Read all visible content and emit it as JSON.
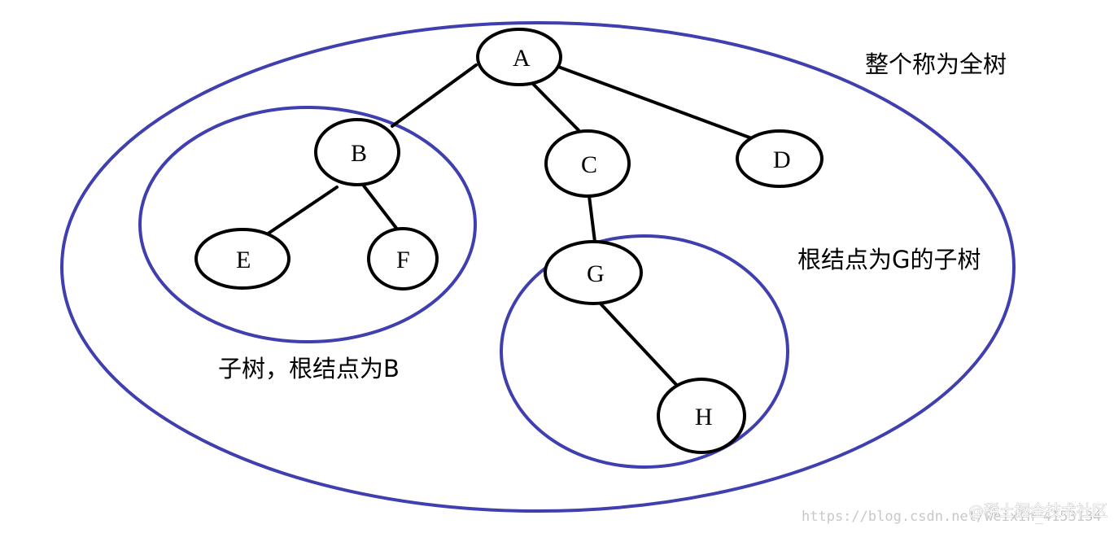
{
  "colors": {
    "region_stroke": "#3f3fb0",
    "node_stroke": "#000000",
    "edge_stroke": "#000000",
    "background": "#ffffff"
  },
  "nodes": [
    {
      "id": "A",
      "label": "A"
    },
    {
      "id": "B",
      "label": "B"
    },
    {
      "id": "C",
      "label": "C"
    },
    {
      "id": "D",
      "label": "D"
    },
    {
      "id": "E",
      "label": "E"
    },
    {
      "id": "F",
      "label": "F"
    },
    {
      "id": "G",
      "label": "G"
    },
    {
      "id": "H",
      "label": "H"
    }
  ],
  "edges": [
    {
      "from": "A",
      "to": "B"
    },
    {
      "from": "A",
      "to": "C"
    },
    {
      "from": "A",
      "to": "D"
    },
    {
      "from": "B",
      "to": "E"
    },
    {
      "from": "B",
      "to": "F"
    },
    {
      "from": "C",
      "to": "G"
    },
    {
      "from": "G",
      "to": "H"
    }
  ],
  "regions": [
    {
      "id": "whole-tree"
    },
    {
      "id": "subtree-b"
    },
    {
      "id": "subtree-g"
    }
  ],
  "captions": {
    "whole_tree": "整个称为全树",
    "subtree_g": "根结点为G的子树",
    "subtree_b": "子树，根结点为B"
  },
  "watermark": {
    "url_text": "https://blog.csdn.net/weixin_4153134",
    "brand_text": "@稀土掘金技术社区"
  }
}
